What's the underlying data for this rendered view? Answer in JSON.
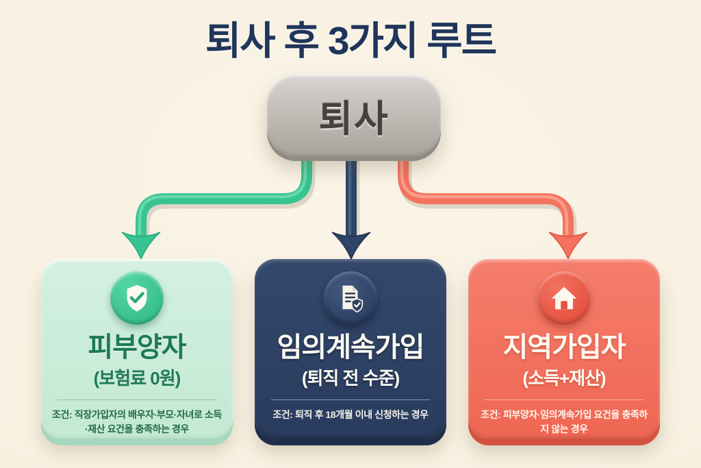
{
  "title": "퇴사 후 3가지 루트",
  "root": {
    "label": "퇴사"
  },
  "branches": [
    {
      "id": "dependent",
      "icon": "shield-check-icon",
      "title": "피부양자",
      "subtitle": "(보험료 0원)",
      "condition": "조건: 직장가입자의 배우자·부모·자녀로 소득·재산 요건을 충족하는 경우",
      "arrow_color": "#37c492",
      "card_color": "#c8ecd8",
      "title_color": "#1d7a52"
    },
    {
      "id": "voluntary-continuation",
      "icon": "document-check-icon",
      "title": "임의계속가입",
      "subtitle": "(퇴직 전 수준)",
      "condition": "조건: 퇴직 후 18개월 이내 신청하는 경우",
      "arrow_color": "#2d4467",
      "card_color": "#2e4164",
      "title_color": "#ffffff"
    },
    {
      "id": "regional-subscriber",
      "icon": "house-icon",
      "title": "지역가입자",
      "subtitle": "(소득+재산)",
      "condition": "조건: 피부양자·임의계속가입 요건을 충족하지 않는 경우",
      "arrow_color": "#f4735f",
      "card_color": "#f2705e",
      "title_color": "#ffffff"
    }
  ],
  "colors": {
    "background": "#f8f1e2",
    "title_text": "#20355a",
    "root_box": "#bcb8b2",
    "root_text": "#45423e"
  }
}
